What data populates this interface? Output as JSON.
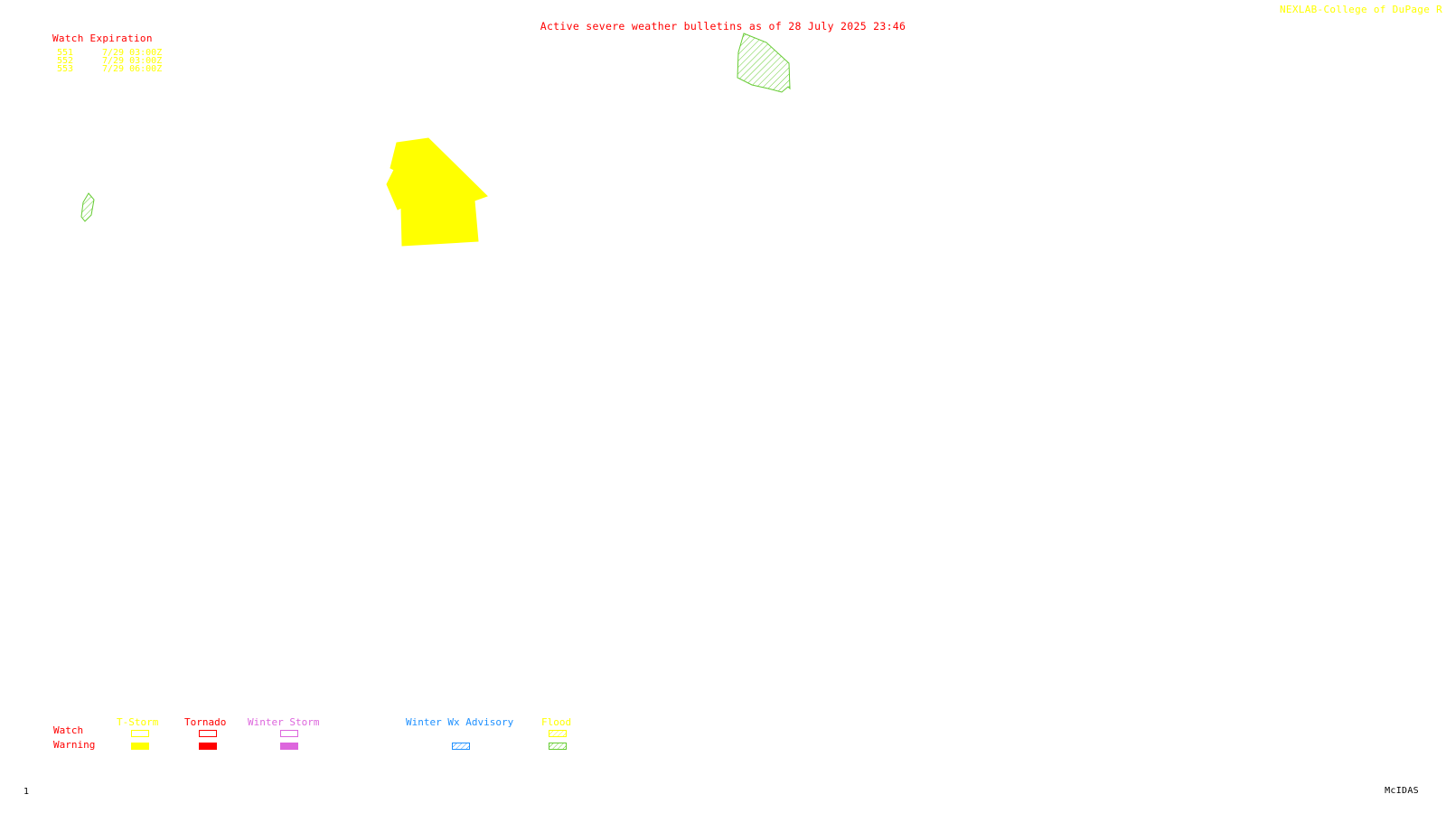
{
  "header": {
    "title": "Active severe weather bulletins as of 28 July 2025 23:46",
    "credit": "NEXLAB-College of DuPage R"
  },
  "watch_table": {
    "heading": "Watch Expiration",
    "rows": [
      {
        "number": "551",
        "expiration": "7/29 03:00Z"
      },
      {
        "number": "552",
        "expiration": "7/29 03:00Z"
      },
      {
        "number": "553",
        "expiration": "7/29 06:00Z"
      }
    ]
  },
  "legend": {
    "row_labels": {
      "watch": "Watch",
      "warning": "Warning"
    },
    "categories": [
      {
        "label": "T-Storm",
        "color": "#ffff00",
        "watch_style": "outline",
        "warning_style": "filled"
      },
      {
        "label": "Tornado",
        "color": "#ff0000",
        "watch_style": "outline",
        "warning_style": "filled"
      },
      {
        "label": "Winter Storm",
        "color": "#dd66dd",
        "watch_style": "outline",
        "warning_style": "filled"
      },
      {
        "label": "Winter Wx Advisory",
        "color": "#1e90ff",
        "watch_style": "none",
        "warning_style": "hatched"
      },
      {
        "label": "Flood",
        "color": "#ffff00",
        "watch_style": "hatched",
        "warning_style": "hatched",
        "warning_color": "#66cc33"
      }
    ]
  },
  "map_polygons": [
    {
      "type": "T-Storm Warning",
      "color": "#ffff00",
      "style": "filled"
    },
    {
      "type": "Flood Warning",
      "color": "#66cc33",
      "style": "hatched"
    },
    {
      "type": "Flood Warning",
      "color": "#66cc33",
      "style": "hatched"
    }
  ],
  "footer": {
    "frame_number": "1",
    "software": "McIDAS"
  },
  "colors": {
    "background": "#ffffff",
    "title": "#ff0000",
    "tstorm": "#ffff00",
    "tornado": "#ff0000",
    "winter_storm": "#dd66dd",
    "winter_advisory": "#1e90ff",
    "flood": "#66cc33"
  }
}
